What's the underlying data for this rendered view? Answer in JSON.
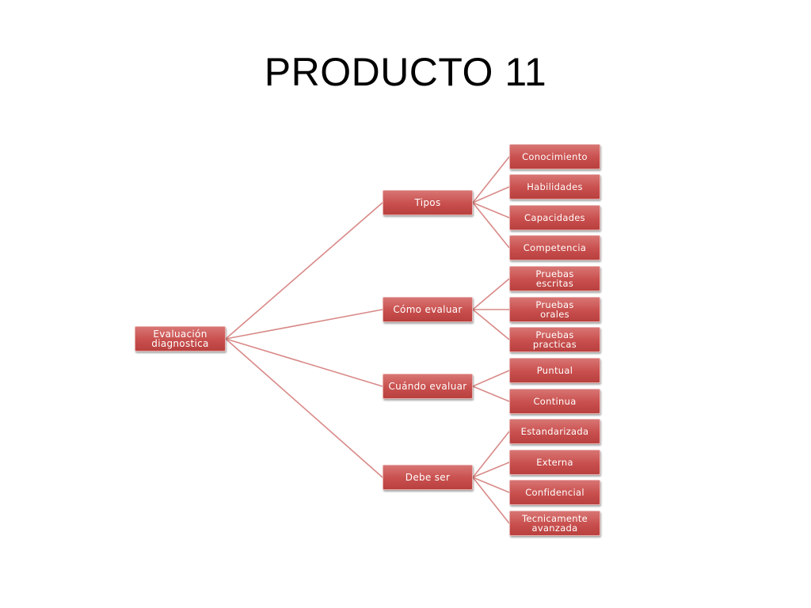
{
  "title": "PRODUCTO 11",
  "diagram": {
    "root": "Evaluación diagnostica",
    "branches": [
      {
        "label": "Tipos",
        "children": [
          "Conocimiento",
          "Habilidades",
          "Capacidades",
          "Competencia"
        ]
      },
      {
        "label": "Cómo evaluar",
        "children": [
          "Pruebas escritas",
          "Pruebas orales",
          "Pruebas practicas"
        ]
      },
      {
        "label": "Cuándo evaluar",
        "children": [
          "Puntual",
          "Continua"
        ]
      },
      {
        "label": "Debe ser",
        "children": [
          "Estandarizada",
          "Externa",
          "Confidencial",
          "Tecnicamente avanzada"
        ]
      }
    ],
    "colors": {
      "node_fill": "#c84f4d",
      "connector": "#d88a88",
      "text": "#ffffff"
    }
  }
}
